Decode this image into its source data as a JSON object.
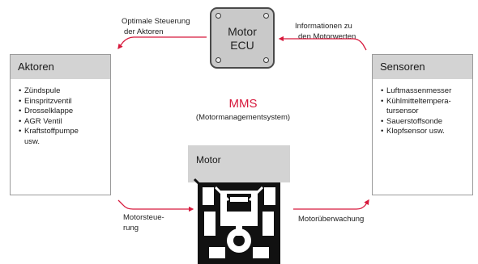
{
  "ecu": {
    "line1": "Motor",
    "line2": "ECU"
  },
  "actuators": {
    "title": "Aktoren",
    "items": [
      "Zündspule",
      "Einspritzventil",
      "Drosselklappe",
      "AGR Ventil",
      "Kraftstoffpumpe usw."
    ]
  },
  "sensors": {
    "title": "Sensoren",
    "items": [
      "Luftmassenmesser",
      "Kühlmitteltempera-tursensor",
      "Sauerstoffsonde",
      "Klopfsensor usw."
    ]
  },
  "flows": {
    "to_actuators": [
      "Optimale Steuerung",
      "der Aktoren"
    ],
    "from_sensors": [
      "Informationen zu",
      "den Motorwerten"
    ],
    "motor_control": [
      "Motorsteue-",
      "rung"
    ],
    "motor_monitoring": "Motorüberwachung"
  },
  "center": {
    "title": "MMS",
    "subtitle": "(Motormanagementsystem)"
  },
  "motor": {
    "label": "Motor"
  },
  "colors": {
    "arrow": "#d7193c",
    "panel_header": "#d3d3d3",
    "chip": "#c9c9c9"
  }
}
